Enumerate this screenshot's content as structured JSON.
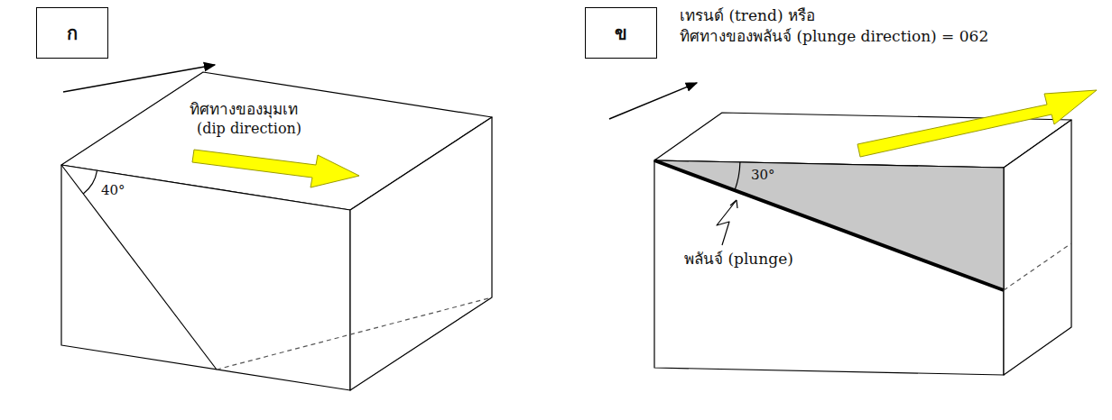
{
  "diagram": {
    "nodes": [
      {
        "text": [
          "ก"
        ]
      },
      {
        "text": [
          "ข"
        ]
      }
    ],
    "labels": [
      "ทิศทางของมุมเท",
      "(dip direction)",
      "40°",
      "เทรนด์ (trend) หรือ",
      "ทิศทางของพลันจ์ (plunge direction) = 062",
      "30°",
      "พลันจ์ (plunge)"
    ]
  }
}
